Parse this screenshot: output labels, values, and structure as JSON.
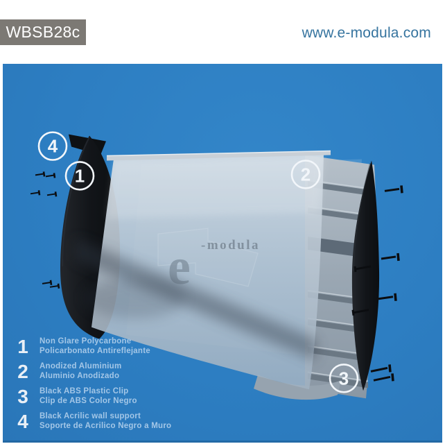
{
  "header": {
    "model_code": "WBSB28c",
    "website_url": "www.e-modula.com"
  },
  "diagram": {
    "watermark": {
      "letter": "e",
      "rest": "-modula"
    },
    "callouts": [
      {
        "number": "1"
      },
      {
        "number": "2"
      },
      {
        "number": "3"
      },
      {
        "number": "4"
      }
    ]
  },
  "legend": {
    "items": [
      {
        "number": "1",
        "name_en": "Non Glare Polycarbone",
        "name_es": "Policarbonato Antireflejante"
      },
      {
        "number": "2",
        "name_en": "Anodized Aluminium",
        "name_es": "Aluminio Anodizado"
      },
      {
        "number": "3",
        "name_en": "Black ABS Plastic Clip",
        "name_es": "Clip de ABS Color Negro"
      },
      {
        "number": "4",
        "name_en": "Black Acrilic wall support",
        "name_es": "Soporte de Acrilico Negro a Muro"
      }
    ]
  },
  "colors": {
    "background_blue": "#2d7ec2",
    "badge_gray": "#7c7974",
    "url_blue": "#36749f",
    "legend_text_blue": "#a4c7e7",
    "legend_number_white": "#e9eff6",
    "part_black": "#15181c",
    "aluminium_gray": "#9aa7b3",
    "frosted_panel": "#bcc8d3"
  }
}
